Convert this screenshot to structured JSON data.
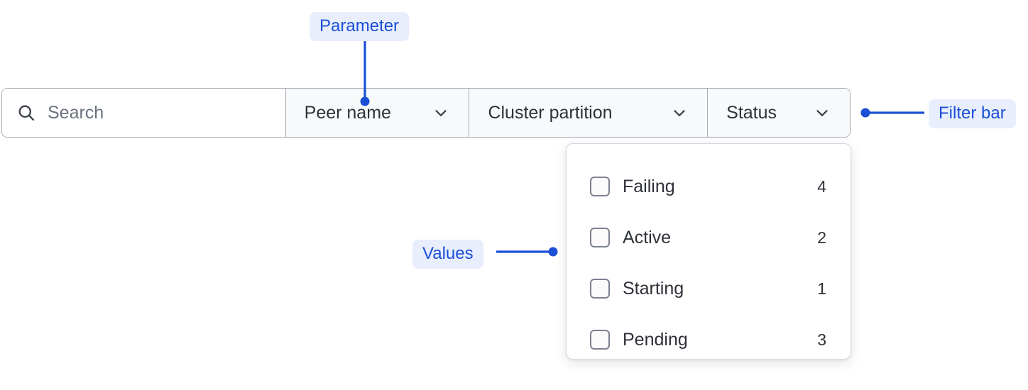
{
  "filter_bar": {
    "search": {
      "icon": "search-icon",
      "placeholder": "Search",
      "value": ""
    },
    "filters": [
      {
        "label": "Peer name",
        "icon": "chevron-down-icon"
      },
      {
        "label": "Cluster partition",
        "icon": "chevron-down-icon"
      },
      {
        "label": "Status",
        "icon": "chevron-down-icon"
      }
    ]
  },
  "dropdown": {
    "open_for": "Status",
    "options": [
      {
        "label": "Failing",
        "count": "4",
        "checked": false
      },
      {
        "label": "Active",
        "count": "2",
        "checked": false
      },
      {
        "label": "Starting",
        "count": "1",
        "checked": false
      },
      {
        "label": "Pending",
        "count": "3",
        "checked": false
      }
    ]
  },
  "annotations": [
    {
      "label": "Parameter",
      "points_to": "peer-name-filter"
    },
    {
      "label": "Values",
      "points_to": "dropdown-options"
    },
    {
      "label": "Filter bar",
      "points_to": "filter-bar"
    }
  ],
  "colors": {
    "annotation_text": "#1a4fd6",
    "annotation_bg": "#e8eefc",
    "connector": "#1a4fd6",
    "bar_border": "#a7abb5",
    "bar_bg": "#f8f9fa",
    "search_bg": "#ffffff",
    "text": "#2e3138",
    "placeholder": "#6b7280",
    "checkbox_border": "#7b8191",
    "panel_border": "#d6d9e0"
  }
}
